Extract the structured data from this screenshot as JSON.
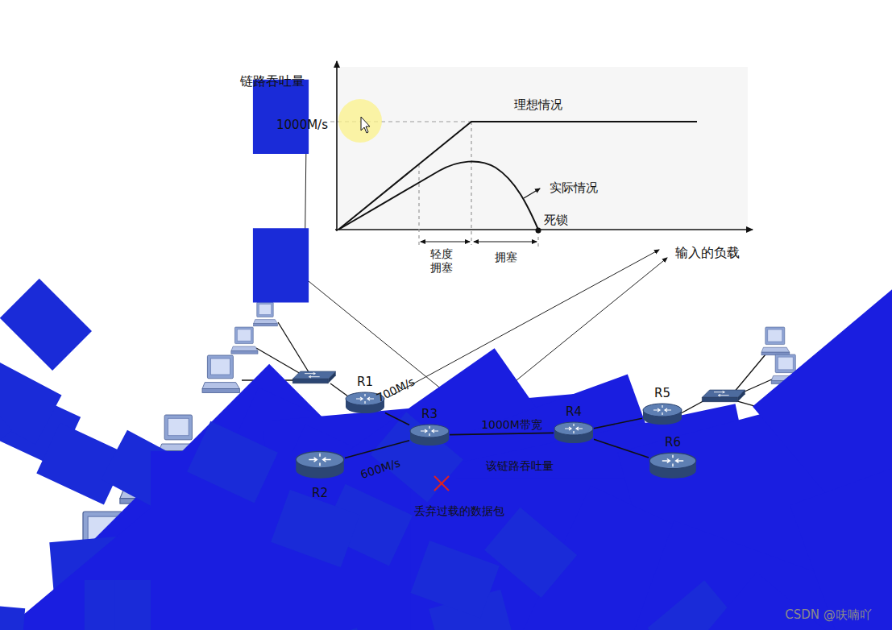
{
  "diagram": {
    "nodes": [
      {
        "text": [
          "R1"
        ]
      },
      {
        "text": [
          "R2"
        ]
      },
      {
        "text": [
          "R3"
        ]
      },
      {
        "text": [
          "R4"
        ]
      },
      {
        "text": [
          "R5"
        ]
      },
      {
        "text": [
          "R6"
        ]
      }
    ],
    "edges": [
      {
        "from": 0,
        "to": 2,
        "arrow": "none",
        "label": "700M/s"
      },
      {
        "from": 1,
        "to": 2,
        "arrow": "none",
        "label": "600M/s"
      },
      {
        "from": 2,
        "to": 3,
        "arrow": "none",
        "label": "1000M带宽"
      },
      {
        "from": 3,
        "to": 4,
        "arrow": "none"
      },
      {
        "from": 3,
        "to": 5,
        "arrow": "none"
      }
    ],
    "labels": [
      "链路吞吐量",
      "1000M/s",
      "理想情况",
      "实际情况",
      "死锁",
      "轻度 拥塞",
      "拥塞",
      "输入的负载",
      "该链路吞吐量",
      "丢弃过载的数据包",
      "CSDN @呋喃吖"
    ]
  }
}
